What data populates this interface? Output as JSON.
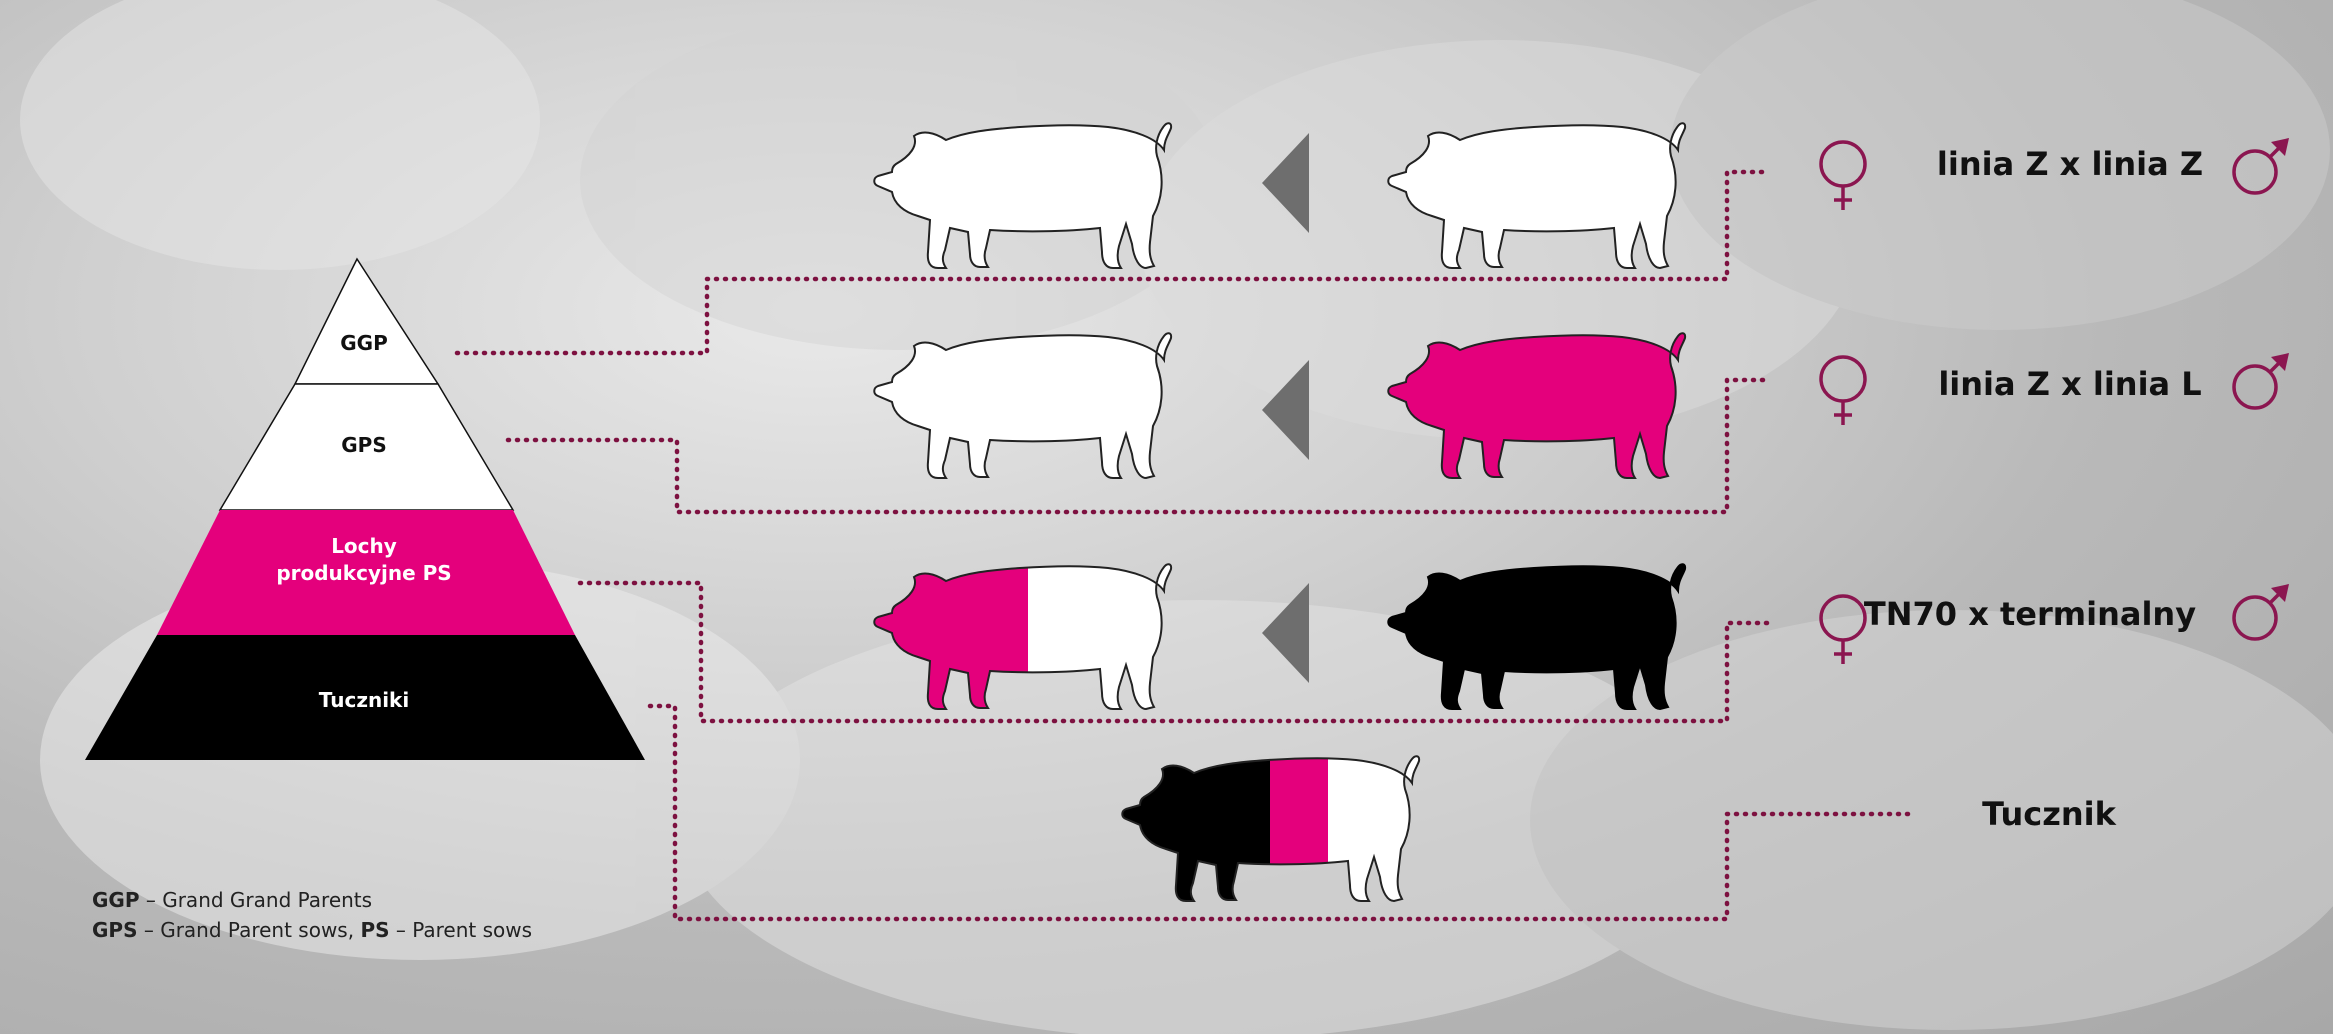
{
  "pyramid": {
    "levels": [
      {
        "label": "GGP",
        "fill": "#ffffff",
        "text_color": "#111111"
      },
      {
        "label": "GPS",
        "fill": "#ffffff",
        "text_color": "#111111"
      },
      {
        "label_line1": "Lochy",
        "label_line2": "produkcyjne PS",
        "fill": "#e4007c",
        "text_color": "#ffffff"
      },
      {
        "label": "Tuczniki",
        "fill": "#000000",
        "text_color": "#ffffff"
      }
    ]
  },
  "legend": {
    "line1_abbr": "GGP",
    "line1_text": " – Grand Grand Parents",
    "line2_abbr1": "GPS",
    "line2_text1": " – Grand Parent sows, ",
    "line2_abbr2": "PS",
    "line2_text2": " – Parent sows"
  },
  "crosses": [
    {
      "label": "linia Z x linia Z",
      "female": "white",
      "male": "white"
    },
    {
      "label": "linia Z x linia L",
      "female": "white",
      "male": "magenta"
    },
    {
      "label": "TN70 x terminalny",
      "female": "magenta-white",
      "male": "black"
    }
  ],
  "offspring": {
    "label": "Tucznik",
    "pig": "black-magenta-white"
  },
  "colors": {
    "accent": "#e4007c",
    "symbol": "#8b1650",
    "dotted_line": "#7d1140",
    "arrow": "#6e6e6e"
  },
  "icons": [
    "female-symbol-icon",
    "male-symbol-icon",
    "arrow-left-icon",
    "pig-icon"
  ]
}
